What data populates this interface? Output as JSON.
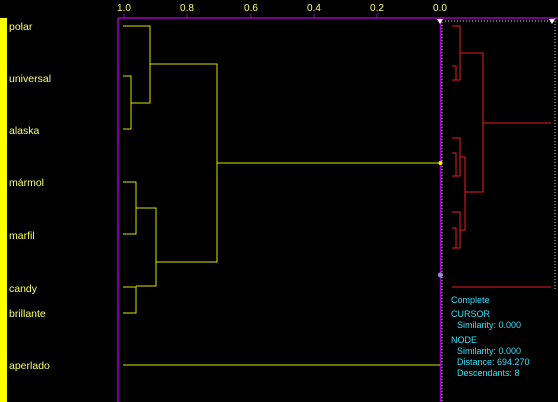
{
  "scale": {
    "ticks": [
      "1.0",
      "0.8",
      "0.6",
      "0.4",
      "0.2",
      "0.0"
    ]
  },
  "leaves": [
    "polar",
    "universal",
    "alaska",
    "mármol",
    "marfil",
    "candy",
    "brillante",
    "aperlado"
  ],
  "info": {
    "method": "Complete",
    "cursor_header": "CURSOR",
    "cursor_similarity": "Similarity: 0.000",
    "node_header": "NODE",
    "node_similarity": "Similarity: 0.000",
    "node_distance": "Distance: 694.270",
    "node_descendants": "Descendants: 8"
  },
  "colors": {
    "background": "#000000",
    "dendrogram": "#e0e000",
    "axis": "#a000c0",
    "overview": "#e02020",
    "info_text": "#33e0ff",
    "label_text": "#ffff66"
  }
}
